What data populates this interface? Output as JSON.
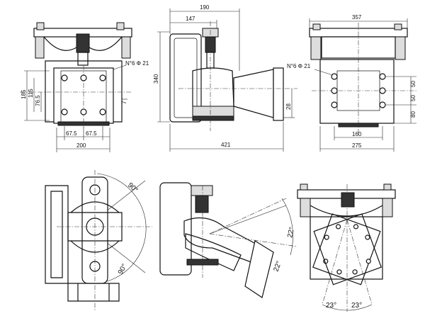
{
  "dimensions": {
    "top_width_190": "190",
    "top_width_147": "147",
    "front_height_340": "340",
    "hole_note_left": "N°6  Φ 21",
    "hole_note_right": "N°6  Φ 21",
    "height_185": "185",
    "height_115": "115",
    "height_76_5": "76.5",
    "height_7": "7",
    "pitch_67_5_a": "67.5",
    "pitch_67_5_b": "67.5",
    "width_200": "200",
    "side_width_421": "421",
    "side_28": "28",
    "right_width_357": "357",
    "right_50_a": "50",
    "right_50_b": "50",
    "right_80": "80",
    "right_160": "160",
    "right_275": "275"
  },
  "angles": {
    "rot_90_top": "90°",
    "rot_90_bottom": "90°",
    "tilt_22_a": "22°",
    "tilt_22_b": "22°",
    "swing_23_a": "23°",
    "swing_23_b": "23°"
  }
}
